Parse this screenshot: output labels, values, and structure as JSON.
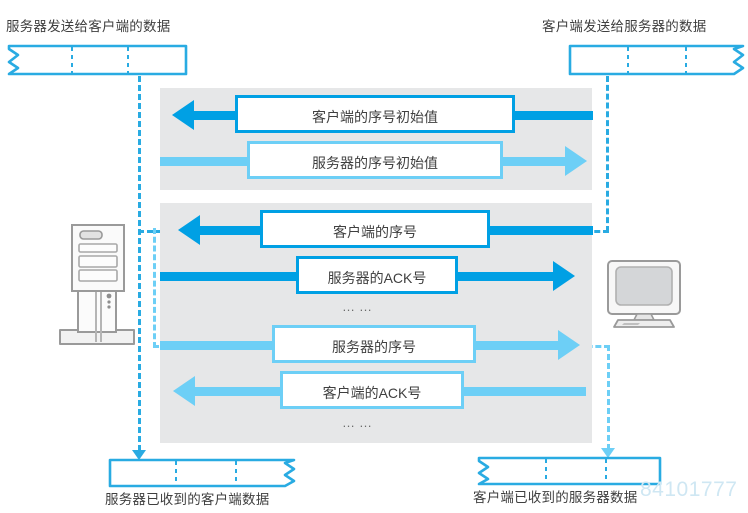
{
  "diagram": {
    "title_top_left": "服务器发送给客户端的数据",
    "title_top_right": "客户端发送给服务器的数据",
    "title_bottom_left": "服务器已收到的客户端数据",
    "title_bottom_right": "客户端已收到的服务器数据",
    "watermark": "84101777",
    "colors": {
      "dark_blue": "#00a0e4",
      "light_blue": "#6dcff6",
      "panel_gray": "#e6e7e8",
      "dash_blue": "#29abe2",
      "text": "#3f3f3f"
    },
    "nodes": {
      "server_label": "server-tower",
      "client_label": "client-monitor"
    },
    "panels": [
      {
        "name": "handshake-panel",
        "rows": [
          {
            "label": "客户端的序号初始值",
            "direction": "left",
            "tone": "dark"
          },
          {
            "label": "服务器的序号初始值",
            "direction": "right",
            "tone": "light"
          }
        ],
        "ellipsis": []
      },
      {
        "name": "data-transfer-panel",
        "rows": [
          {
            "label": "客户端的序号",
            "direction": "left",
            "tone": "dark"
          },
          {
            "label": "服务器的ACK号",
            "direction": "right",
            "tone": "dark"
          },
          {
            "label": "服务器的序号",
            "direction": "right",
            "tone": "light"
          },
          {
            "label": "客户端的ACK号",
            "direction": "left",
            "tone": "light"
          }
        ],
        "ellipsis": [
          "……",
          "……"
        ]
      }
    ]
  }
}
